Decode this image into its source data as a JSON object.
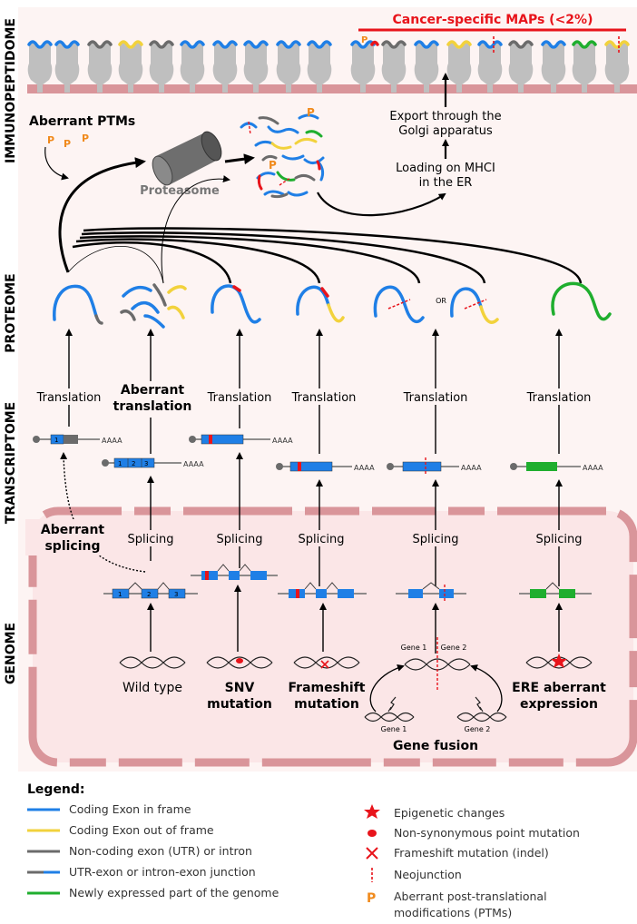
{
  "sections": {
    "immunopeptidome": "IMMUNOPEPTIDOME",
    "proteome": "PROTEOME",
    "transcriptome": "TRANSCRIPTOME",
    "genome": "GENOME"
  },
  "header": {
    "cancer_maps": "Cancer-specific MAPs (<2%)"
  },
  "processing": {
    "aberrant_ptms": "Aberrant PTMs",
    "ptm_symbol": "P",
    "proteasome": "Proteasome",
    "export_line1": "Export through the",
    "export_line2": "Golgi apparatus",
    "loading_line1": "Loading on MHCI",
    "loading_line2": "in the ER"
  },
  "translation": {
    "label": "Translation",
    "aberrant_line1": "Aberrant",
    "aberrant_line2": "translation",
    "or": "OR"
  },
  "transcripts": {
    "polya": "AAAA",
    "exon1": "1",
    "exon2": "2",
    "exon3": "3"
  },
  "splicing": {
    "label": "Splicing",
    "aberrant_line1": "Aberrant",
    "aberrant_line2": "splicing"
  },
  "genome": {
    "wild_type": "Wild type",
    "snv_line1": "SNV",
    "snv_line2": "mutation",
    "frameshift_line1": "Frameshift",
    "frameshift_line2": "mutation",
    "ere_line1": "ERE aberrant",
    "ere_line2": "expression",
    "gene1": "Gene 1",
    "gene2": "Gene 2",
    "gene_fusion": "Gene fusion"
  },
  "legend": {
    "title": "Legend:",
    "left": [
      {
        "label": "Coding Exon in frame",
        "color": "#1f7fe6"
      },
      {
        "label": "Coding Exon out of frame",
        "color": "#f2d23c"
      },
      {
        "label": "Non-coding exon (UTR) or intron",
        "color": "#6b6b6b"
      },
      {
        "label": "UTR-exon or intron-exon junction",
        "color": "#1f7fe6"
      },
      {
        "label": "Newly expressed part of the genome",
        "color": "#1fae2e"
      }
    ],
    "right": [
      {
        "label": "Epigenetic changes",
        "icon": "star-icon"
      },
      {
        "label": "Non-synonymous point mutation",
        "icon": "dot-icon"
      },
      {
        "label": "Frameshift mutation (indel)",
        "icon": "cross-icon"
      },
      {
        "label": "Neojunction",
        "icon": "dashed-line-icon"
      },
      {
        "label": "Aberrant post-translational",
        "label2": "modifications (PTMs)",
        "icon": "p-icon"
      }
    ]
  },
  "colors": {
    "blue": "#1f7fe6",
    "yellow": "#f2d23c",
    "grey": "#6b6b6b",
    "green": "#1fae2e",
    "red": "#e8141b",
    "orange": "#f08a1c",
    "membrane": "#d9959a",
    "nucleus_fill": "#fbe6e7",
    "panel_fill": "#fdf4f3"
  }
}
